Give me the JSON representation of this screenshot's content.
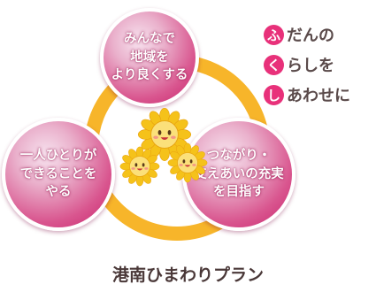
{
  "bubbles": {
    "top": [
      "みんなで",
      "地域を",
      "より良くする"
    ],
    "left": [
      "一人ひとりが",
      "できることを",
      "やる"
    ],
    "right": [
      "つながり・",
      "支えあいの充実",
      "を目指す"
    ]
  },
  "slogan": [
    {
      "badge": "ふ",
      "rest": "だんの"
    },
    {
      "badge": "く",
      "rest": "らしを"
    },
    {
      "badge": "し",
      "rest": "あわせに"
    }
  ],
  "title": "港南ひまわりプラン",
  "colors": {
    "ring": "#f7b52a",
    "bubble": "#d9568f",
    "badge": "#e8317a",
    "petal": "#f5c21a"
  }
}
